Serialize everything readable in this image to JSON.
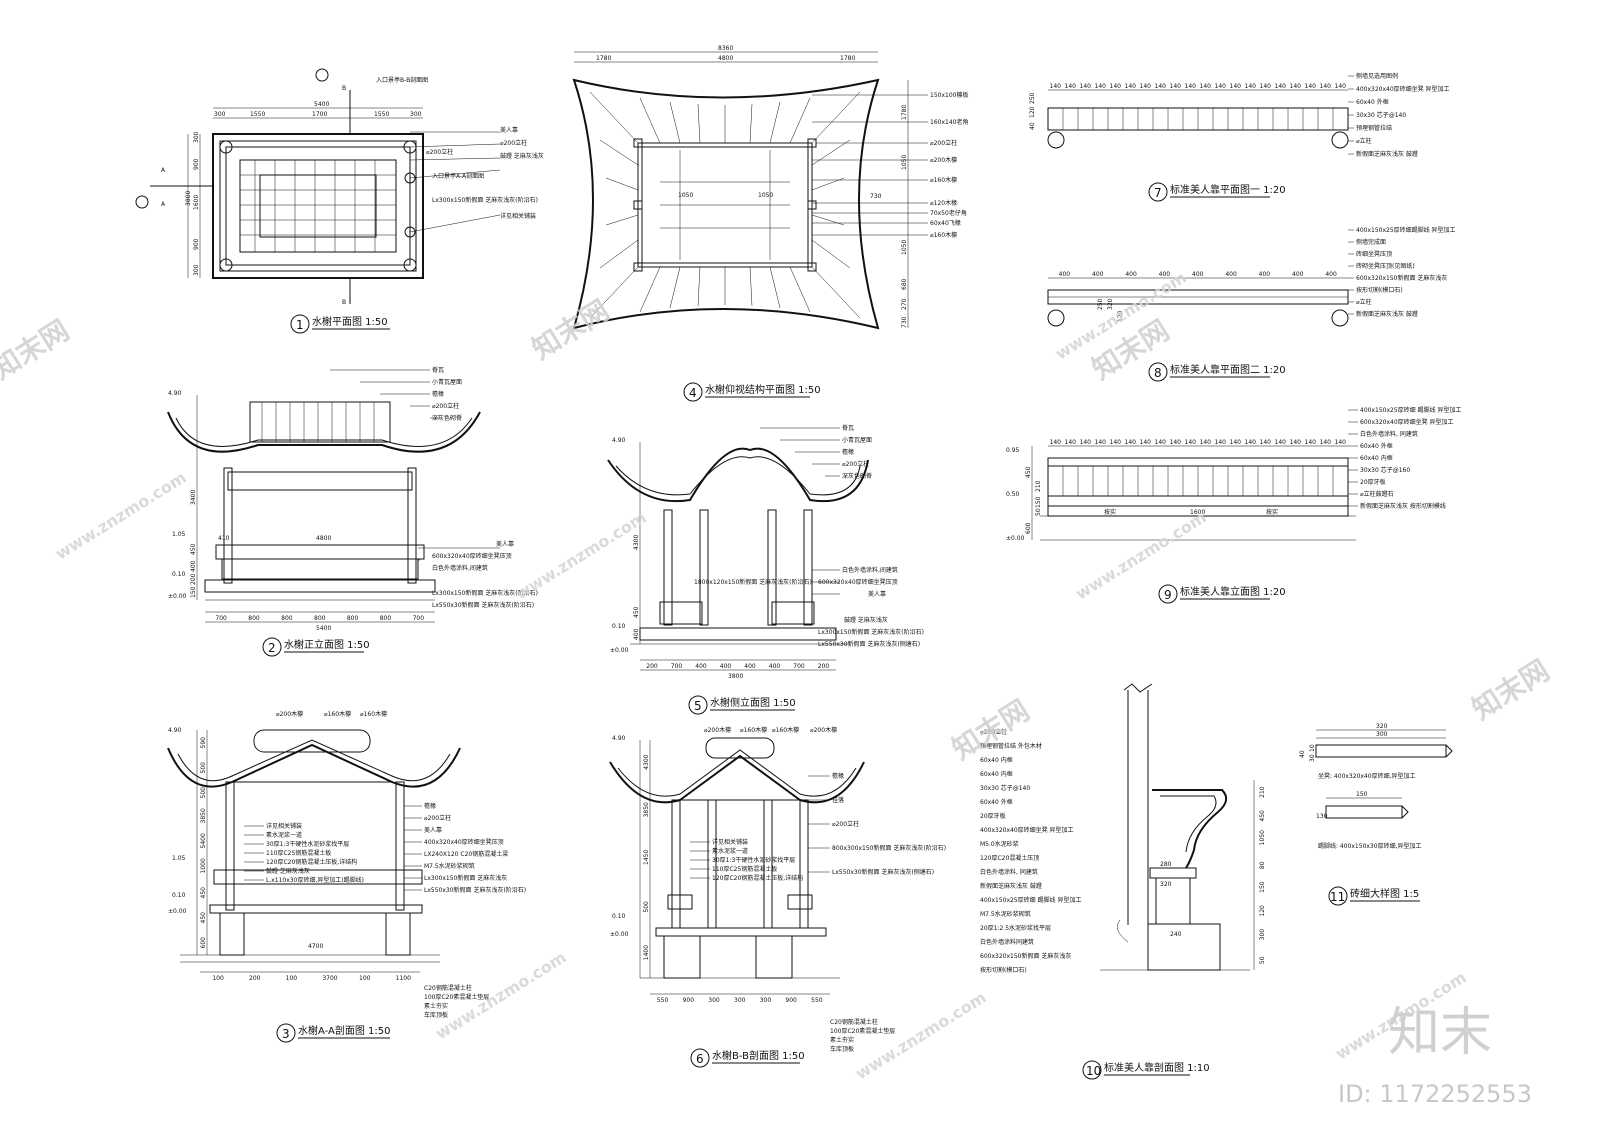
{
  "drawings": [
    {
      "id": "plan",
      "number": "1",
      "title": "水榭平面图 1:50"
    },
    {
      "id": "front-elev",
      "number": "2",
      "title": "水榭正立面图 1:50"
    },
    {
      "id": "section-aa",
      "number": "3",
      "title": "水榭A-A剖面图 1:50"
    },
    {
      "id": "roof-plan",
      "number": "4",
      "title": "水榭仰视结构平面图 1:50"
    },
    {
      "id": "side-elev",
      "number": "5",
      "title": "水榭侧立面图 1:50"
    },
    {
      "id": "section-bb",
      "number": "6",
      "title": "水榭B-B剖面图 1:50"
    },
    {
      "id": "bench-plan-1",
      "number": "7",
      "title": "标准美人靠平面图一 1:20"
    },
    {
      "id": "bench-plan-2",
      "number": "8",
      "title": "标准美人靠平面图二 1:20"
    },
    {
      "id": "bench-elev",
      "number": "9",
      "title": "标准美人靠立面图 1:20"
    },
    {
      "id": "bench-section",
      "number": "10",
      "title": "标准美人靠剖面图 1:10"
    },
    {
      "id": "brick-detail",
      "number": "11",
      "title": "砖细大样图 1:5"
    }
  ],
  "plan": {
    "section_marks": [
      "A",
      "A",
      "B",
      "B"
    ],
    "dims_top": [
      "300",
      "1550",
      "1700",
      "1550",
      "300"
    ],
    "dim_total": "5400",
    "dims_left": [
      "300",
      "900",
      "1600",
      "900",
      "300"
    ],
    "dim_left_total": "3800",
    "callouts": [
      "入口景亭B-B剖面图",
      "美人靠",
      "⌀200立柱",
      "鼓蹬 芝麻灰浅灰",
      "⌀200立柱",
      "入口景亭A-A剖面图",
      "Lx300x150新假面 芝麻灰浅灰(阶沿石)",
      "详见相关铺装"
    ]
  },
  "roof_plan": {
    "dims_top": [
      "1780",
      "4800",
      "1780"
    ],
    "dim_total": "8360",
    "dims_right": [
      "1780",
      "1050",
      "730",
      "1050",
      "680",
      "270",
      "730"
    ],
    "callouts": [
      "150x100檩板",
      "160x140老角",
      "⌀200立柱",
      "⌀200木檩",
      "⌀160木檩",
      "⌀120木椽",
      "70x50老仔角",
      "60x40飞椽",
      "⌀160木檩"
    ],
    "inner_dims": [
      "1050",
      "1050"
    ]
  },
  "front_elev": {
    "levels": [
      "4.90",
      "1.05",
      "0.10",
      "±0.00"
    ],
    "dims_bottom": [
      "700",
      "800",
      "800",
      "800",
      "800",
      "800",
      "700"
    ],
    "dim_total": "5400",
    "dim_span": "4800",
    "dim_small": "410",
    "dims_left": [
      "3400",
      "450",
      "400",
      "200",
      "150"
    ],
    "callouts": [
      "脊瓦",
      "小青瓦屋面",
      "檐椽",
      "⌀200立柱",
      "深灰色砌脊",
      "美人靠",
      "600x320x40厚砖细坐凳压顶",
      "白色外墙涂料,间建筑",
      "Lx300x150新假面 芝麻灰浅灰(阶沿石)",
      "Lx550x30新假面 芝麻灰浅灰(阶沿石)"
    ]
  },
  "section_aa": {
    "levels": [
      "4.90",
      "1.05",
      "0.10",
      "±0.00"
    ],
    "top_callouts": [
      "⌀200木檩",
      "⌀160木檩",
      "⌀160木檩"
    ],
    "dims_left": [
      "590",
      "500",
      "500",
      "3850",
      "5400",
      "1000",
      "450",
      "450",
      "600"
    ],
    "dims_bottom": [
      "100",
      "200",
      "100",
      "3700",
      "100",
      "1100"
    ],
    "dim_span": "4700",
    "notes": [
      "详见相关铺装",
      "素水泥浆一道",
      "30厚1:3干硬性水泥砂浆找平层",
      "110厚C25钢筋混凝土板",
      "120厚C20钢筋混凝土压板,详结构",
      "鼓蹬 芝麻灰浅灰",
      "L.x110x30厚砖细,异型加工(踢脚线)"
    ],
    "right_callouts": [
      "檐椽",
      "⌀200立柱",
      "美人靠",
      "400x320x40厚砖细坐凳压顶",
      "LX240X120 C20钢筋混凝土梁",
      "M7.5水泥砂浆砌筑",
      "Lx300x150新假面 芝麻灰浅灰",
      "Lx550x30新假面 芝麻灰浅灰(阶沿石)"
    ],
    "base_notes": [
      "C20钢筋混凝土柱",
      "100厚C20素混凝土垫层",
      "素土夯实",
      "车库顶板"
    ]
  },
  "side_elev": {
    "levels": [
      "4.90",
      "0.10",
      "±0.00"
    ],
    "dims_bottom": [
      "200",
      "700",
      "400",
      "400",
      "400",
      "400",
      "700",
      "200"
    ],
    "dim_total": "3800",
    "dims_left": [
      "4300",
      "450",
      "400"
    ],
    "callouts": [
      "脊瓦",
      "小青瓦屋面",
      "檐椽",
      "⌀200立柱",
      "深灰色砌脊",
      "白色外墙涂料,间建筑",
      "600x320x40厚砖细坐凳压顶",
      "美人靠",
      "1800x120x150新假面 芝麻灰浅灰(阶沿石)",
      "鼓蹬 芝麻灰浅灰",
      "Lx300x150新假面 芝麻灰浅灰(阶沿石)",
      "Lx550x30新假面 芝麻灰浅灰(侧塘石)"
    ]
  },
  "section_bb": {
    "levels": [
      "4.90",
      "0.10",
      "±0.00"
    ],
    "top_callouts": [
      "⌀200木檩",
      "⌀160木檩",
      "⌀160木檩",
      "⌀200木檩"
    ],
    "dims_left": [
      "4300",
      "3850",
      "1450",
      "500",
      "1400"
    ],
    "dims_bottom": [
      "550",
      "900",
      "300",
      "300",
      "300",
      "900",
      "550"
    ],
    "notes": [
      "详见相关铺装",
      "素水泥浆一道",
      "30厚1:3干硬性水泥砂浆找平层",
      "110厚C25钢筋混凝土板",
      "120厚C20钢筋混凝土压板,详结构"
    ],
    "right_callouts": [
      "檐椽",
      "挂落",
      "⌀200立柱",
      "800x300x150新假面 芝麻灰浅灰(阶沿石)",
      "Lx550x30新假面 芝麻灰浅灰(侧塘石)"
    ],
    "base_notes": [
      "C20钢筋混凝土柱",
      "100厚C20素混凝土垫层",
      "素土夯实",
      "车库顶板"
    ]
  },
  "bench_plan_1": {
    "dims_top": [
      "140",
      "140",
      "140",
      "140",
      "140",
      "140",
      "140",
      "140",
      "140",
      "140",
      "140",
      "140",
      "140",
      "140",
      "140",
      "140",
      "140",
      "140",
      "140",
      "140"
    ],
    "dims_left": [
      "40",
      "120",
      "250"
    ],
    "callouts": [
      "侧墙见选用图例",
      "400x320x40厚砖细坐凳 异型加工",
      "60x40 外框",
      "30x30 芯子@140",
      "预埋钢管拉结",
      "⌀立柱",
      "新假面芝麻灰浅灰 鼓蹬"
    ]
  },
  "bench_plan_2": {
    "dims_top": [
      "400",
      "400",
      "400",
      "400",
      "400",
      "400",
      "400",
      "400",
      "400"
    ],
    "dims_left": [
      "250",
      "320",
      "120"
    ],
    "callouts": [
      "400x150x25厚砖细踢脚线 异型加工",
      "侧墙完成面",
      "砖细坐凳压顶",
      "砖砌坐凳压顶(见图纸)",
      "600x320x150新假面 芝麻灰浅灰",
      "按形切割(模口石)",
      "⌀立柱",
      "新假面芝麻灰浅灰 鼓蹬"
    ]
  },
  "bench_elev": {
    "levels": [
      "0.95",
      "0.50",
      "±0.00"
    ],
    "dims_top": [
      "140",
      "140",
      "140",
      "140",
      "140",
      "140",
      "140",
      "140",
      "140",
      "140",
      "140",
      "140",
      "140",
      "140",
      "140",
      "140",
      "140",
      "140",
      "140",
      "140"
    ],
    "dims_left": [
      "450",
      "210",
      "150",
      "50",
      "600"
    ],
    "labels": [
      "1600",
      "按实",
      "按实"
    ],
    "callouts": [
      "400x150x25厚砖细 踢脚线 异型加工",
      "600x320x40厚砖细坐凳 异型加工",
      "白色外墙涂料, 同建筑",
      "60x40 外框",
      "60x40 内框",
      "30x30 芯子@160",
      "20厚牙板",
      "⌀立柱鼓蹬石",
      "新假面芝麻灰浅灰 按形切割模线"
    ]
  },
  "bench_section": {
    "dims_right": [
      "210",
      "450",
      "1050",
      "80",
      "150",
      "120",
      "300",
      "50"
    ],
    "dims_inner": [
      "280",
      "320",
      "240"
    ],
    "callouts": [
      "⌀200立柱",
      "预埋钢管拉结 外包木材",
      "60x40 内框",
      "60x40 内框",
      "30x30 芯子@140",
      "60x40 外框",
      "20厚牙板",
      "400x320x40厚砖细坐凳 异型加工",
      "M5.0水泥砂浆",
      "120厚C20混凝土压顶",
      "白色外墙涂料, 同建筑",
      "新假面芝麻灰浅灰 鼓蹬",
      "400x150x25厚砖细 踢脚线 异型加工",
      "M7.5水泥砂浆砌筑",
      "20厚1:2.5水泥砂浆找平层",
      "白色外墙涂料同建筑",
      "600x320x150新假面 芝麻灰浅灰",
      "按形切割(模口石)"
    ]
  },
  "brick_detail": {
    "dims": [
      "320",
      "300",
      "40",
      "10",
      "30",
      "150",
      "130"
    ],
    "captions": [
      "坐凳: 400x320x40厚砖细,异型加工",
      "踢脚线: 400x150x30厚砖细,异型加工"
    ]
  },
  "watermarks": {
    "site": "www.znzmo.com",
    "cn": "知末网",
    "brand": "知末",
    "id": "ID: 1172252553"
  }
}
